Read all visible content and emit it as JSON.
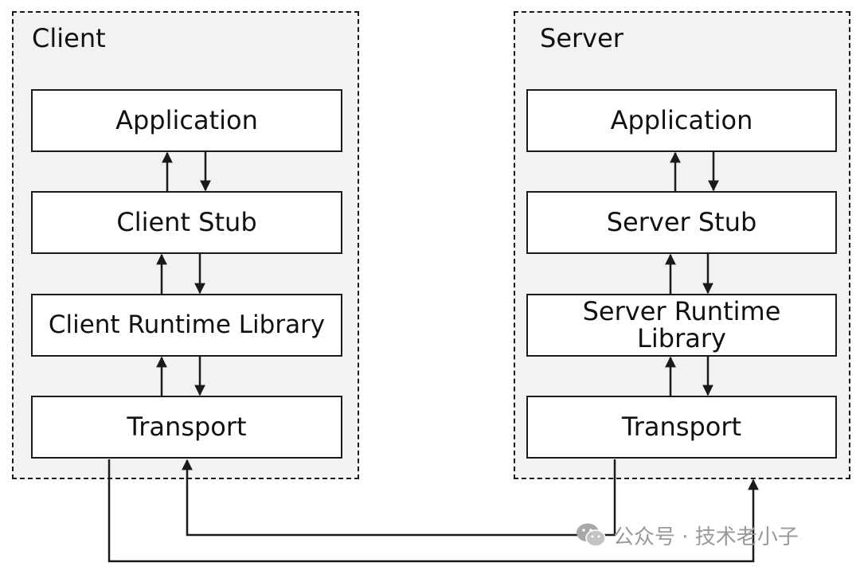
{
  "client": {
    "title": "Client",
    "application": "Application",
    "stub": "Client Stub",
    "runtime": "Client Runtime Library",
    "transport": "Transport"
  },
  "server": {
    "title": "Server",
    "application": "Application",
    "stub": "Server Stub",
    "runtime": "Server Runtime Library",
    "transport": "Transport"
  },
  "watermark": {
    "text": "公众号 · 技术老小子",
    "icon": "wechat-icon"
  },
  "colors": {
    "stroke": "#1a1a1a",
    "group_fill": "#f2f2f2",
    "box_fill": "#ffffff",
    "watermark": "#9a9a9a"
  }
}
